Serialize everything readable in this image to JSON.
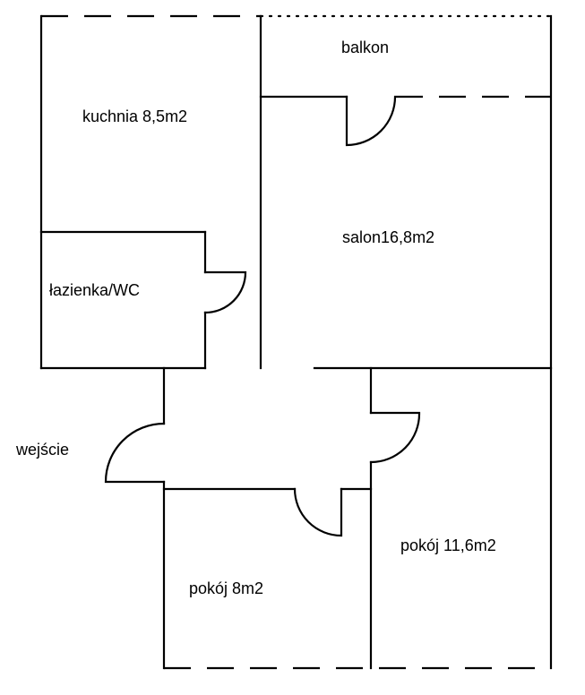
{
  "plan": {
    "rooms": {
      "balcony": "balkon",
      "kitchen": "kuchnia 8,5m2",
      "living_room": "salon16,8m2",
      "bathroom": "łazienka/WC",
      "entrance": "wejście",
      "room_large": "pokój 11,6m2",
      "room_small": "pokój 8m2"
    }
  }
}
